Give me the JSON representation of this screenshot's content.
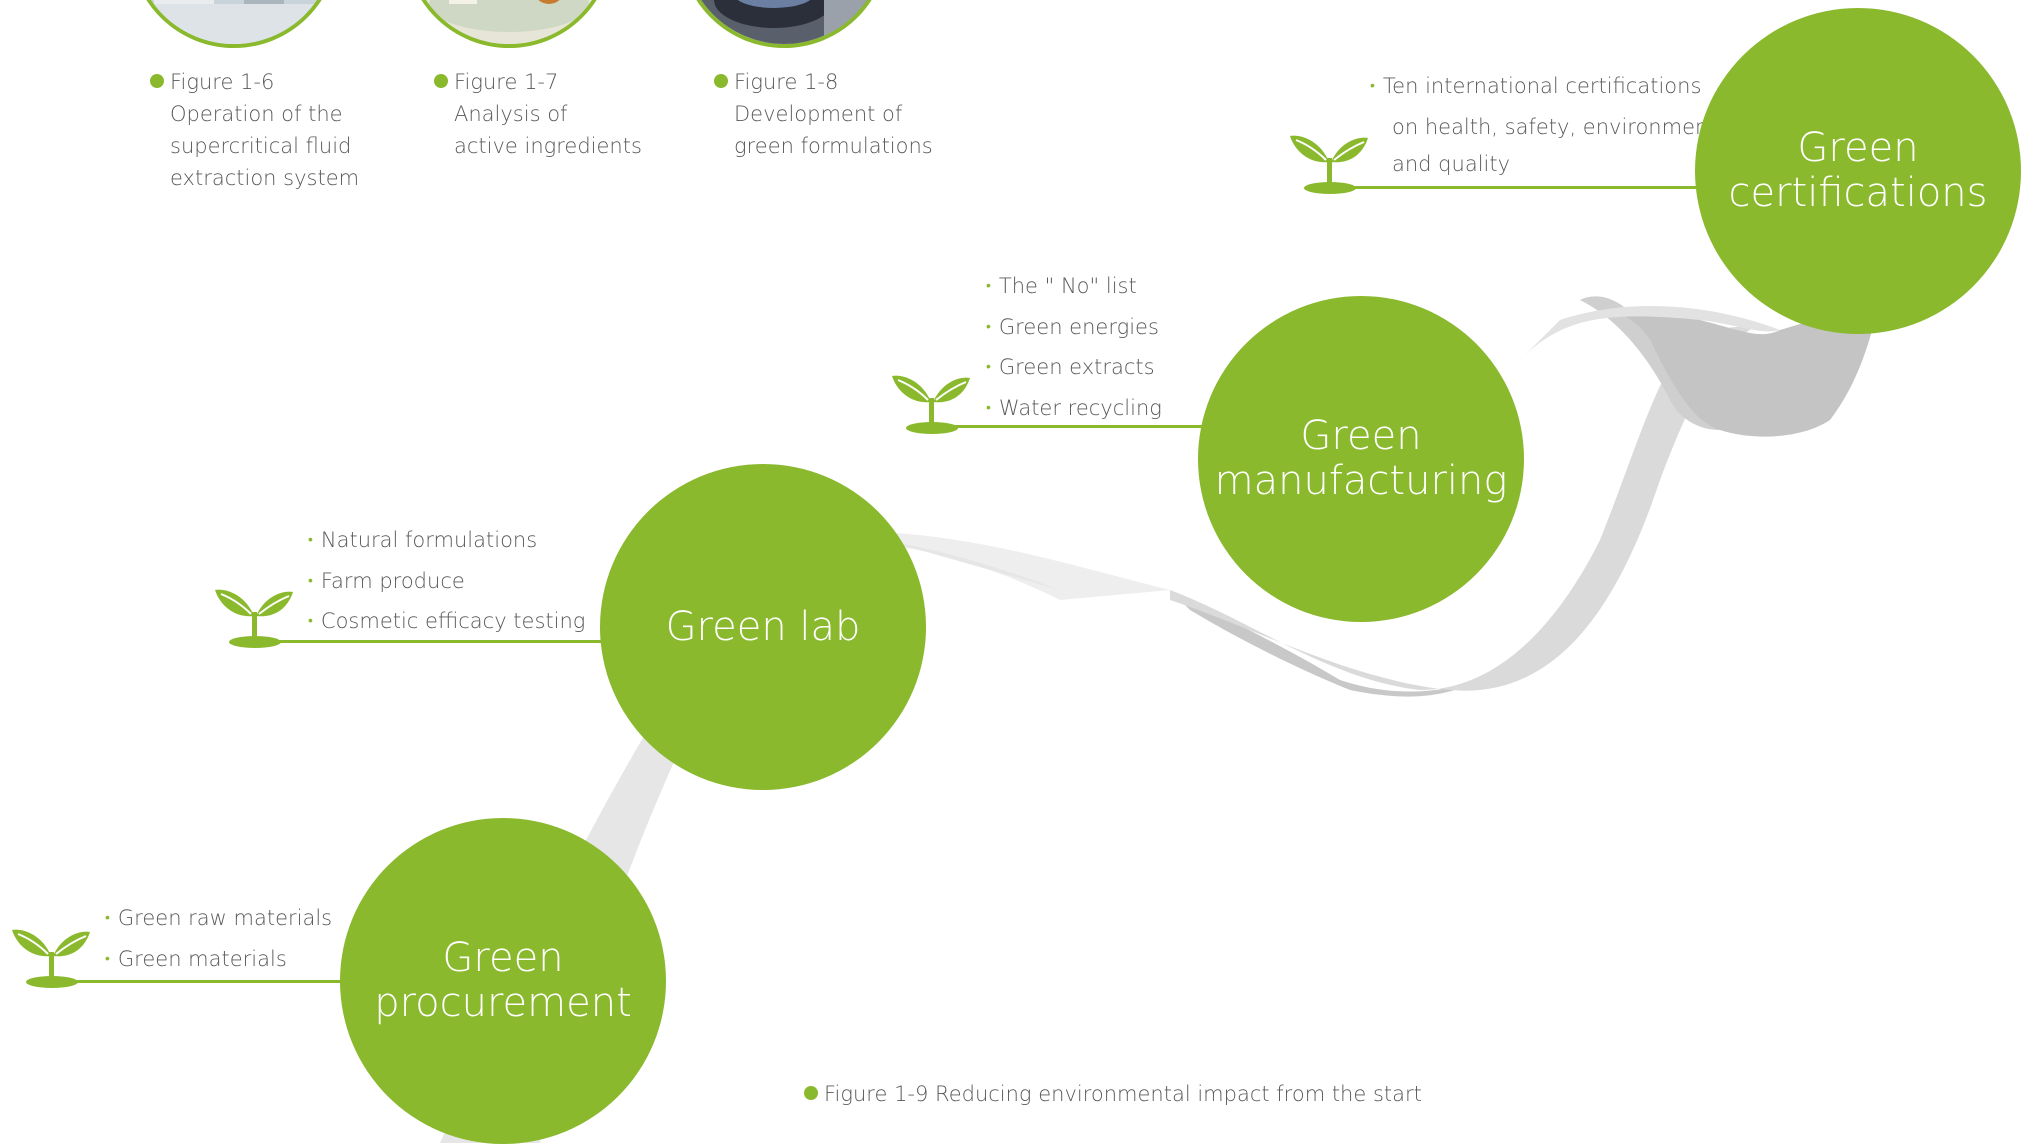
{
  "accent_color": "#8ab92d",
  "ribbon_color": "#dcdcdc",
  "photo_captions": [
    {
      "figure": "Figure 1-6",
      "lines": [
        "Operation of the",
        "supercritical fluid",
        "extraction system"
      ]
    },
    {
      "figure": "Figure 1-7",
      "lines": [
        "Analysis of",
        "active ingredients"
      ]
    },
    {
      "figure": "Figure 1-8",
      "lines": [
        "Development of",
        "green formulations"
      ]
    }
  ],
  "steps": {
    "procurement": {
      "title_lines": [
        "Green",
        "procurement"
      ],
      "items": [
        "Green raw materials",
        "Green materials"
      ]
    },
    "lab": {
      "title_lines": [
        "Green lab"
      ],
      "items": [
        "Natural formulations",
        "Farm produce",
        "Cosmetic efficacy testing"
      ]
    },
    "manufacturing": {
      "title_lines": [
        "Green",
        "manufacturing"
      ],
      "items": [
        "The \" No\" list",
        "Green energies",
        "Green extracts",
        "Water recycling"
      ]
    },
    "certifications": {
      "title_lines": [
        "Green",
        "certifications"
      ],
      "items": [
        "Ten international certifications",
        "on health, safety, environment",
        "and quality"
      ]
    }
  },
  "figure_caption": "Figure 1-9 Reducing environmental impact from the start",
  "icons": {
    "sprout": "sprout-icon",
    "bullet": "bullet-dot"
  }
}
